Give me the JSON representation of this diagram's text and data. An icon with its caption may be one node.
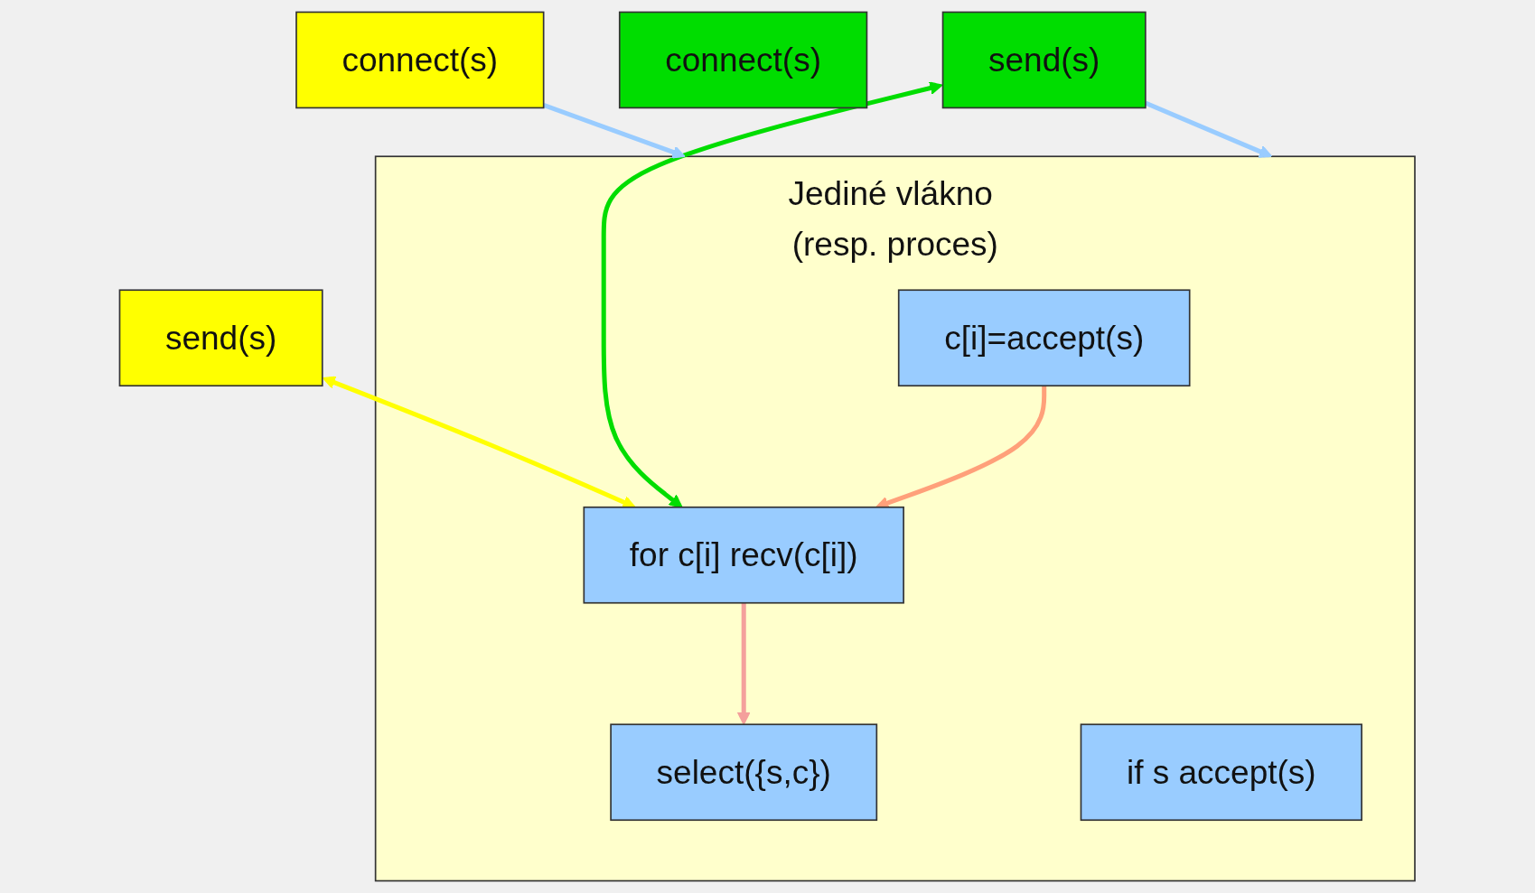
{
  "diagram": {
    "nodes": [
      {
        "text": [
          "connect(s)"
        ]
      },
      {
        "text": [
          "send(s)"
        ]
      },
      {
        "text": [
          "Jediné vlákno (resp. proces)"
        ]
      },
      {
        "text": [
          "c[i]=accept(s)"
        ],
        "in": 2
      },
      {
        "text": [
          "select({s,c})"
        ],
        "in": 2
      },
      {
        "text": [
          "if s accept(s)"
        ],
        "in": 2
      },
      {
        "text": [
          "for c[i] recv(c[i])"
        ],
        "in": 2
      },
      {
        "text": [
          "connect(s)"
        ]
      },
      {
        "text": [
          "send(s)"
        ]
      }
    ],
    "edges": [
      {
        "from": 0,
        "to": 2,
        "arrow": "to",
        "color": "#99ccff"
      },
      {
        "from": 8,
        "to": 2,
        "arrow": "to",
        "color": "#99ccff"
      },
      {
        "from": 1,
        "to": 6,
        "arrow": "both",
        "color": "#ffff00"
      },
      {
        "from": 8,
        "to": 6,
        "arrow": "both",
        "color": "#00dd00"
      },
      {
        "from": 6,
        "to": 4,
        "arrow": "to",
        "color": "#f4a09c"
      },
      {
        "from": 3,
        "to": 6,
        "arrow": "to",
        "color": "#ffa07a"
      }
    ]
  }
}
